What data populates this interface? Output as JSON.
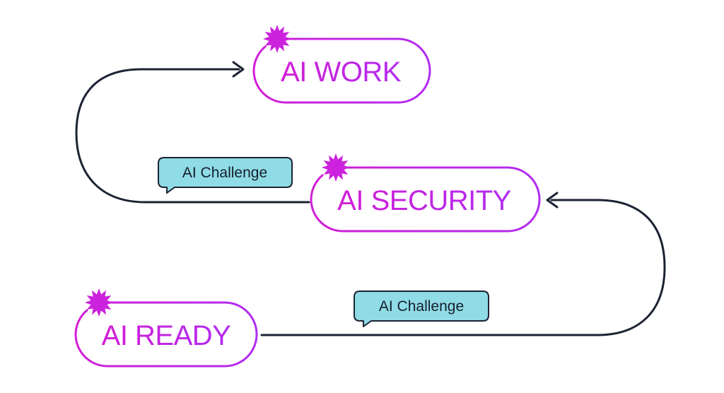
{
  "colors": {
    "accent": "#cc22dd",
    "connector": "#1c2333",
    "bubble_fill": "#8fdbe6",
    "background": "#ffffff"
  },
  "icons": {
    "stage_marker": "starburst-icon",
    "connector_end": "arrowhead-icon"
  },
  "stages": [
    {
      "label": "AI WORK"
    },
    {
      "label": "AI SECURITY"
    },
    {
      "label": "AI READY"
    }
  ],
  "transitions": [
    {
      "from": "AI READY",
      "to": "AI SECURITY",
      "label": "AI Challenge"
    },
    {
      "from": "AI SECURITY",
      "to": "AI WORK",
      "label": "AI Challenge"
    }
  ]
}
